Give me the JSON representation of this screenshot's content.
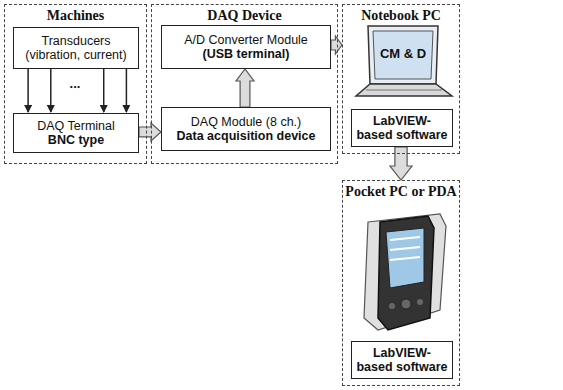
{
  "diagram": {
    "nodes": [
      {
        "text": [
          "Machines"
        ]
      },
      {
        "text": [
          "Transducers (vibration, current)"
        ],
        "in": 0
      },
      {
        "text": [
          "DAQ Terminal",
          "BNC type"
        ],
        "in": 0
      },
      {
        "text": [
          "DAQ Device"
        ]
      },
      {
        "text": [
          "A/D Converter Module",
          "(USB terminal)"
        ],
        "in": 3
      },
      {
        "text": [
          "DAQ Module (8 ch.)",
          "Data acquisition device"
        ],
        "in": 3
      },
      {
        "text": [
          "Notebook PC"
        ]
      },
      {
        "text": [
          "LabVIEW-based software"
        ],
        "in": 6
      },
      {
        "text": [
          "Pocket PC or PDA"
        ]
      },
      {
        "text": [
          "LabVIEW-based software"
        ],
        "in": 8
      }
    ],
    "edges": [
      {
        "from": 1,
        "to": 2,
        "arrow": "to"
      },
      {
        "from": 2,
        "to": 5,
        "arrow": "to"
      },
      {
        "from": 5,
        "to": 4,
        "arrow": "to"
      },
      {
        "from": 4,
        "to": 6,
        "arrow": "to"
      },
      {
        "from": 7,
        "to": 8,
        "arrow": "to"
      }
    ],
    "labels": [
      "...",
      "CM & D"
    ]
  }
}
